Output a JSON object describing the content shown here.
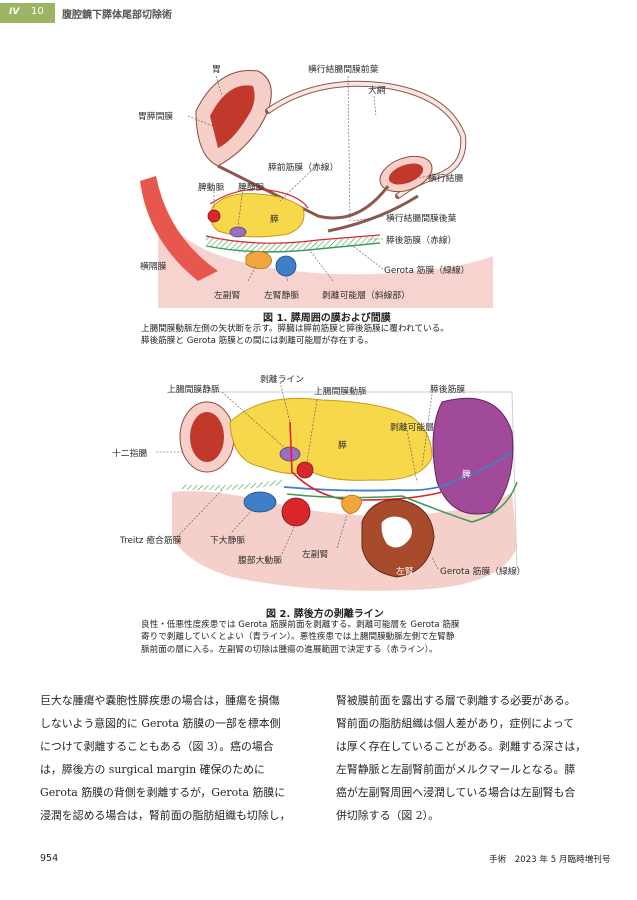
{
  "header": {
    "chapter": "IV",
    "section": "10",
    "title": "腹腔鏡下膵体尾部切除術"
  },
  "figure1": {
    "labels": {
      "stomach": "胃",
      "transverse_mesocolon_anterior": "横行結腸間膜前葉",
      "omentum": "大網",
      "gastropancreatic_fold": "胃膵間膜",
      "prepancreatic_fascia": "膵前筋膜（赤線）",
      "artery": "脾動脈",
      "vein": "脾静脈",
      "transverse_colon": "横行結腸",
      "pancreas": "膵",
      "transverse_mesocolon_posterior": "横行結腸間膜後葉",
      "retropancreatic_fascia": "膵後筋膜（赤線）",
      "diaphragm": "横隔膜",
      "gerota": "Gerota 筋膜（緑線）",
      "adrenal": "左副腎",
      "renal_vein": "左腎静脈",
      "dissectable_layer": "剥離可能層（斜線部）"
    },
    "caption_title": "図 1. 膵周囲の膜および間膜",
    "caption_lines": [
      "上腸間膜動脈左側の矢状断を示す。膵臓は膵前筋膜と膵後筋膜に覆われている。",
      "膵後筋膜と Gerota 筋膜との間には剥離可能層が存在する。"
    ]
  },
  "figure2": {
    "labels": {
      "smv": "上腸間膜静脈",
      "dissection_line": "剥離ライン",
      "sma": "上腸間膜動脈",
      "retro_fascia": "膵後筋膜",
      "pancreas": "膵",
      "dissectable": "剥離可能層",
      "duodenum": "十二指腸",
      "spleen": "脾",
      "treitz": "Treitz 癒合筋膜",
      "ivc": "下大静脈",
      "aorta": "腹部大動脈",
      "adrenal": "左副腎",
      "kidney": "左腎",
      "gerota": "Gerota 筋膜（緑線）"
    },
    "caption_title": "図 2. 膵後方の剥離ライン",
    "caption_lines": [
      "良性・低悪性度疾患では Gerota 筋膜前面を剥離する。剥離可能層を Gerota 筋膜",
      "寄りで剥離していくとよい（青ライン）。悪性疾患では上腸間膜動脈左側で左腎静",
      "脈前面の層に入る。左副腎の切除は腫瘍の進展範囲で決定する（赤ライン）。"
    ]
  },
  "body": {
    "left_lines": [
      "巨大な腫瘍や嚢胞性膵疾患の場合は，腫瘍を損傷",
      "しないよう意図的に Gerota 筋膜の一部を標本側",
      "につけて剥離することもある（図 3）。癌の場合",
      "は，膵後方の surgical margin 確保のために",
      "Gerota 筋膜の背側を剥離するが，Gerota 筋膜に",
      "浸潤を認める場合は，腎前面の脂肪組織も切除し，"
    ],
    "right_lines": [
      "腎被膜前面を露出する層で剥離する必要がある。",
      "腎前面の脂肪組織は個人差があり，症例によって",
      "は厚く存在していることがある。剥離する深さは，",
      "左腎静脈と左副腎前面がメルクマールとなる。膵",
      "癌が左副腎周囲へ浸潤している場合は左副腎も合",
      "併切除する（図 2）。"
    ]
  },
  "footer": {
    "page": "954",
    "journal": "手術　2023 年 5 月臨時増刊号"
  },
  "colors": {
    "header_green": "#9bb564",
    "pancreas_yellow": "#f6d84a",
    "tissue_pink": "#f3c4bd",
    "artery_red": "#d9262c",
    "vein_blue": "#3f7fc8",
    "fascia_green": "#3e9a5a",
    "spleen_purple": "#a24a9a",
    "kidney_brown": "#a84a2c"
  }
}
